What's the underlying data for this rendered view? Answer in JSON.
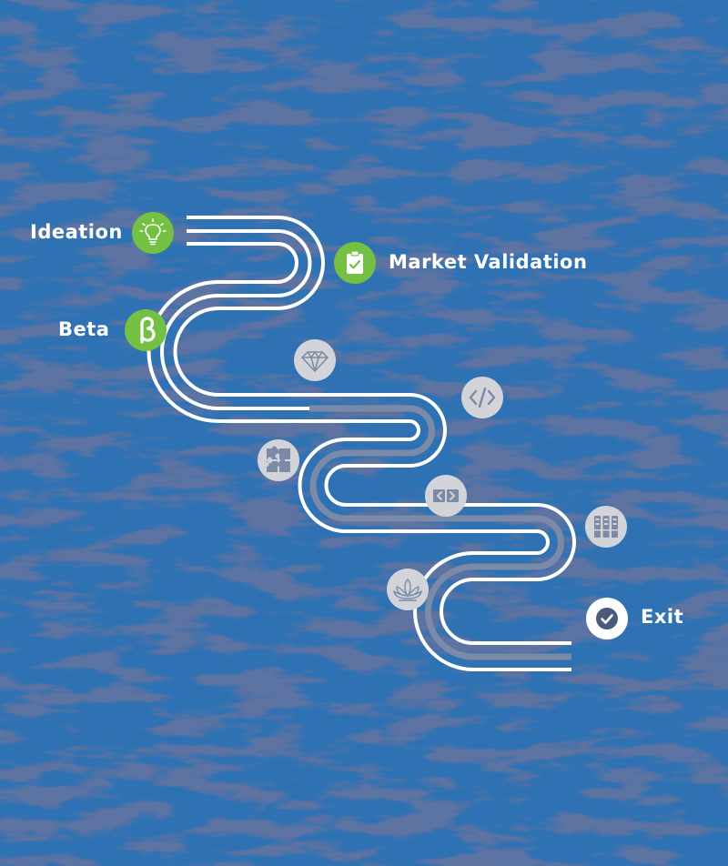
{
  "colors": {
    "background": "#2f72b3",
    "texture_dark": "#1d2c5b",
    "road_line": "#ffffff",
    "road_center": "#7a8aa8",
    "active_node": "#74c043",
    "inactive_node": "#d2d4d9",
    "inactive_icon": "#7c8aa5",
    "exit_node": "#ffffff",
    "exit_icon": "#4a5a78"
  },
  "stages": {
    "ideation": {
      "label": "Ideation",
      "icon": "lightbulb-icon"
    },
    "market_validation": {
      "label": "Market Validation",
      "icon": "clipboard-check-icon"
    },
    "beta": {
      "label": "Beta",
      "icon": "beta-icon"
    },
    "exit": {
      "label": "Exit",
      "icon": "checkmark-icon"
    }
  },
  "milestone_icons": [
    "diamond-icon",
    "code-icon",
    "puzzle-icon",
    "cards-icon",
    "server-icon",
    "lotus-icon"
  ]
}
